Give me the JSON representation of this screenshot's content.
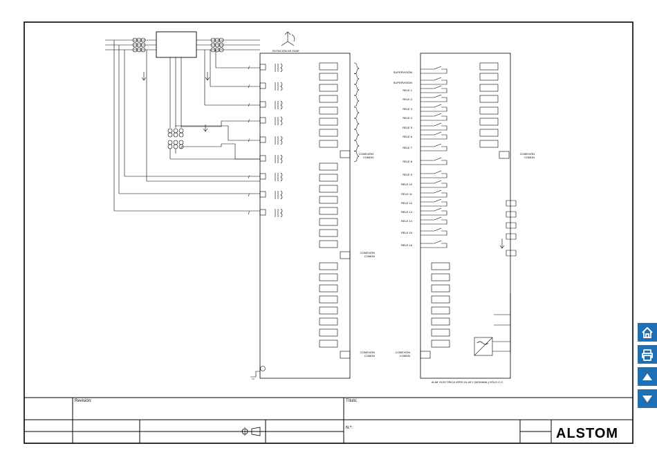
{
  "diagram": {
    "phase_rotation_label": "ROTACIÓN DE FASE",
    "supervision_label": "SUPERVISIÓN",
    "relay_labels": [
      "RELE 1",
      "RELE 2",
      "RELE 3",
      "RELE 4",
      "RELE 5",
      "RELE 6",
      "RELE 7",
      "RELE 8",
      "RELE 9",
      "RELE 10",
      "RELE 11",
      "RELE 12",
      "RELE 13",
      "RELE 14",
      "RELE 15",
      "RELE 16"
    ],
    "common_conn_line1": "CONEXIÓN",
    "common_conn_line2": "COMÚN",
    "power_supply_label": "ALIM. ELÉCTRICA VERS 24-48 V (NOMINAL) SÓLO C.C.",
    "earth_symbol": "⊕",
    "current_symbol": "I"
  },
  "title_block": {
    "revision_label": "Revisión:",
    "title_label": "Título:",
    "number_label": "N.º:",
    "company_logo": "ALSTOM"
  },
  "nav": {
    "home": "home-icon",
    "print": "print-icon",
    "up": "arrow-up-icon",
    "down": "arrow-down-icon",
    "color": "#1f6fb5"
  }
}
